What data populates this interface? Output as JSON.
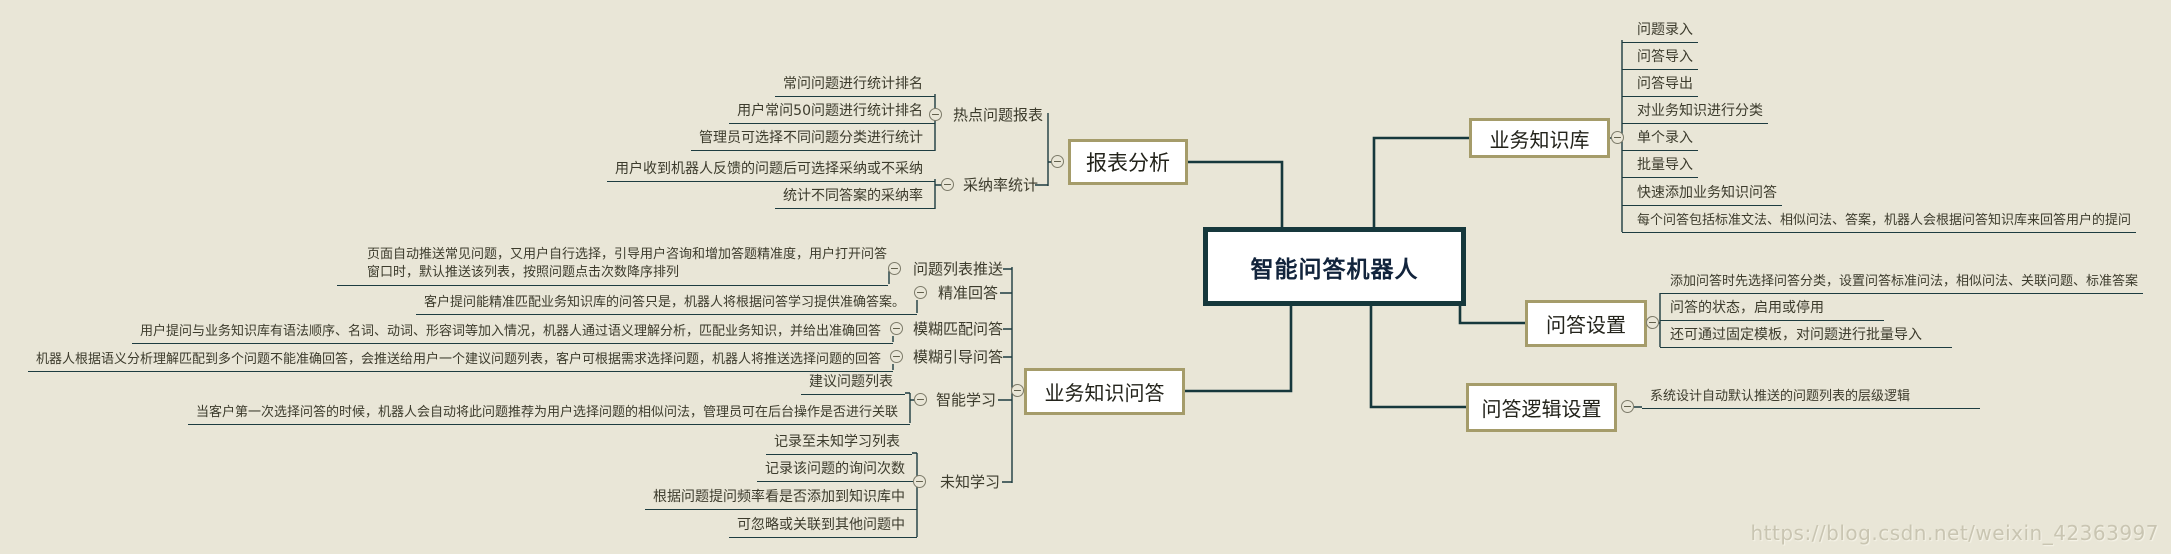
{
  "root": {
    "label": "智能问答机器人"
  },
  "icons": {
    "collapse": "−"
  },
  "colors": {
    "background": "#e9e6d7",
    "connector_line": "#16383c",
    "branch_border": "#a59c6a",
    "root_border": "#16383c",
    "leaf_underline": "#1d3c40",
    "text": "#3c3b2c"
  },
  "left_branches": [
    {
      "label": "报表分析",
      "children": [
        {
          "label": "热点问题报表",
          "children": [
            "常问问题进行统计排名",
            "用户常问50问题进行统计排名",
            "管理员可选择不同问题分类进行统计"
          ]
        },
        {
          "label": "采纳率统计",
          "children": [
            "用户收到机器人反馈的问题后可选择采纳或不采纳",
            "统计不同答案的采纳率"
          ]
        }
      ]
    },
    {
      "label": "业务知识问答",
      "children": [
        {
          "label": "问题列表推送",
          "children": [
            "页面自动推送常见问题，又用户自行选择，引导用户咨询和增加答题精准度，用户打开问答窗口时，默认推送该列表，按照问题点击次数降序排列"
          ]
        },
        {
          "label": "精准回答",
          "children": [
            "客户提问能精准匹配业务知识库的问答只是，机器人将根据问答学习提供准确答案。"
          ]
        },
        {
          "label": "模糊匹配问答",
          "children": [
            "用户提问与业务知识库有语法顺序、名词、动词、形容词等加入情况，机器人通过语义理解分析，匹配业务知识，并给出准确回答"
          ]
        },
        {
          "label": "模糊引导问答",
          "children": [
            "机器人根据语义分析理解匹配到多个问题不能准确回答，会推送给用户一个建议问题列表，客户可根据需求选择问题，机器人将推送选择问题的回答"
          ]
        },
        {
          "label": "智能学习",
          "children": [
            "建议问题列表",
            "当客户第一次选择问答的时候，机器人会自动将此问题推荐为用户选择问题的相似问法，管理员可在后台操作是否进行关联"
          ]
        },
        {
          "label": "未知学习",
          "children": [
            "记录至未知学习列表",
            "记录该问题的询问次数",
            "根据问题提问频率看是否添加到知识库中",
            "可忽略或关联到其他问题中"
          ]
        }
      ]
    }
  ],
  "right_branches": [
    {
      "label": "业务知识库",
      "children": [
        "问题录入",
        "问答导入",
        "问答导出",
        "对业务知识进行分类",
        "单个录入",
        "批量导入",
        "快速添加业务知识问答",
        "每个问答包括标准文法、相似问法、答案，机器人会根据问答知识库来回答用户的提问"
      ]
    },
    {
      "label": "问答设置",
      "children": [
        "添加问答时先选择问答分类，设置问答标准问法，相似问法、关联问题、标准答案",
        "问答的状态，启用或停用",
        "还可通过固定模板，对问题进行批量导入"
      ]
    },
    {
      "label": "问答逻辑设置",
      "children": [
        "系统设计自动默认推送的问题列表的层级逻辑"
      ]
    }
  ],
  "watermark": "https://blog.csdn.net/weixin_42363997"
}
